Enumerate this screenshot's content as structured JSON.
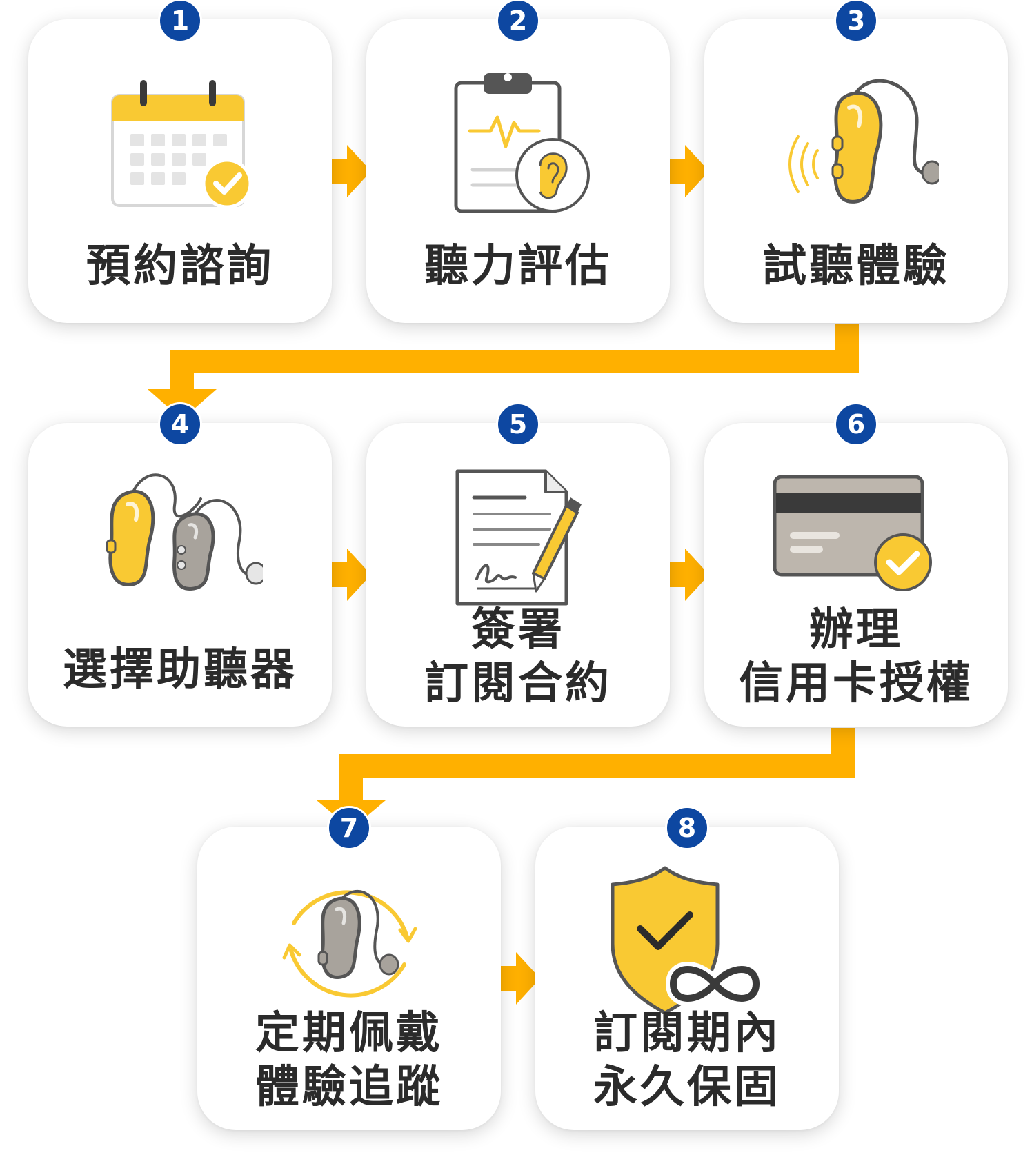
{
  "steps": [
    {
      "number": "1",
      "lines": [
        "預約諮詢"
      ],
      "icon": "calendar-check-icon"
    },
    {
      "number": "2",
      "lines": [
        "聽力評估"
      ],
      "icon": "clipboard-ear-icon"
    },
    {
      "number": "3",
      "lines": [
        "試聽體驗"
      ],
      "icon": "hearing-aid-sound-icon"
    },
    {
      "number": "4",
      "lines": [
        "選擇助聽器"
      ],
      "icon": "two-hearing-aids-icon"
    },
    {
      "number": "5",
      "lines": [
        "簽署",
        "訂閱合約"
      ],
      "icon": "contract-pen-icon"
    },
    {
      "number": "6",
      "lines": [
        "辦理",
        "信用卡授權"
      ],
      "icon": "credit-card-check-icon"
    },
    {
      "number": "7",
      "lines": [
        "定期佩戴",
        "體驗追蹤"
      ],
      "icon": "hearing-aid-cycle-icon"
    },
    {
      "number": "8",
      "lines": [
        "訂閱期內",
        "永久保固"
      ],
      "icon": "shield-infinity-icon"
    }
  ],
  "colors": {
    "accent": "#ffb000",
    "icon_yellow": "#f9c933",
    "badge": "#0d47a1",
    "text": "#2b2b2b",
    "outline": "#555555",
    "device_gray": "#a8a39c"
  }
}
